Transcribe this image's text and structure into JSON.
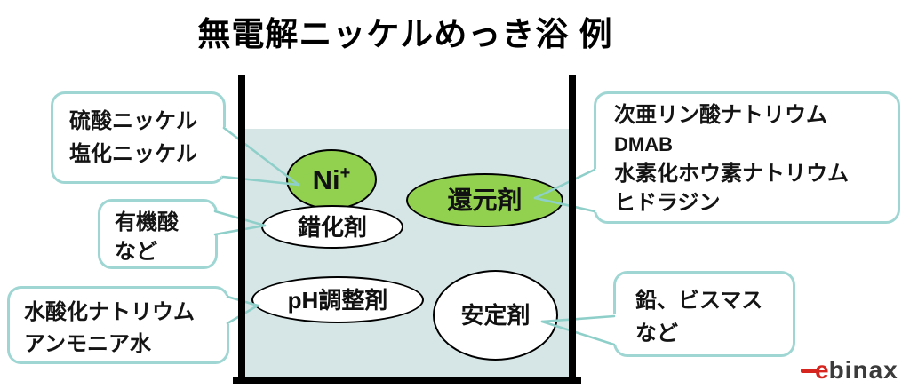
{
  "title": "無電解ニッケルめっき浴 例",
  "bath": {
    "ellipses": [
      {
        "name": "nickel-ion",
        "label": "Ni",
        "sup": "+",
        "fill": "#92d050"
      },
      {
        "name": "complexing-agent",
        "label": "錯化剤",
        "fill": "#ffffff"
      },
      {
        "name": "reducing-agent",
        "label": "還元剤",
        "fill": "#92d050"
      },
      {
        "name": "ph-adjuster",
        "label": "pH調整剤",
        "fill": "#ffffff"
      },
      {
        "name": "stabilizer",
        "label": "安定剤",
        "fill": "#ffffff"
      }
    ]
  },
  "callouts": [
    {
      "name": "nickel-salts",
      "target": "nickel-ion",
      "lines": [
        "硫酸ニッケル",
        "塩化ニッケル"
      ]
    },
    {
      "name": "complexing-examples",
      "target": "complexing-agent",
      "lines": [
        "有機酸",
        "など"
      ]
    },
    {
      "name": "ph-adjuster-examples",
      "target": "ph-adjuster",
      "lines": [
        "水酸化ナトリウム",
        "アンモニア水"
      ]
    },
    {
      "name": "reducer-examples",
      "target": "reducing-agent",
      "lines": [
        "次亜リン酸ナトリウム",
        "DMAB",
        "水素化ホウ素ナトリウム",
        "ヒドラジン"
      ]
    },
    {
      "name": "stabilizer-examples",
      "target": "stabilizer",
      "lines": [
        "鉛、ビスマス",
        "など"
      ]
    }
  ],
  "logo": {
    "e": "e",
    "rest": "binax"
  },
  "colors": {
    "liquid": "#d6e6e6",
    "ellipse_green": "#92d050",
    "ellipse_outline": "#000000",
    "beaker_line": "#000000",
    "callout_border": "#9fd6d3",
    "tail_line": "#8fcfca",
    "logo_red": "#d6251f",
    "logo_gray": "#3b3b3b"
  }
}
